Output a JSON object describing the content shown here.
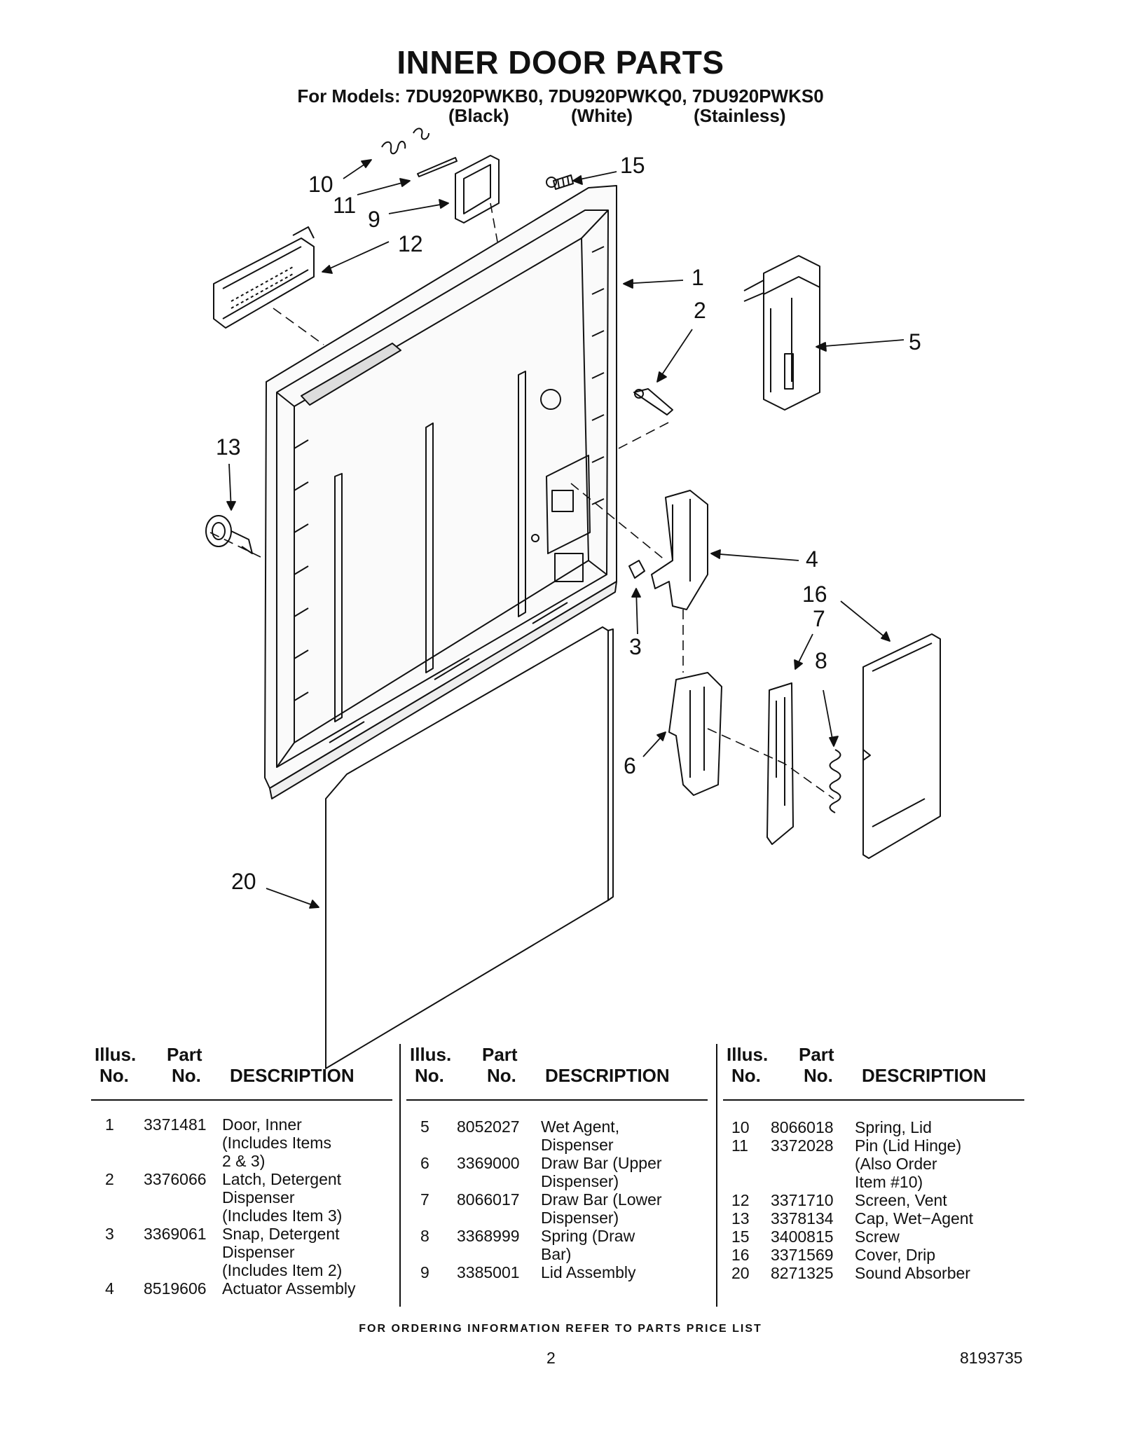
{
  "header": {
    "title": "INNER DOOR PARTS",
    "models_line": "For Models: 7DU920PWKB0, 7DU920PWKQ0, 7DU920PWKS0",
    "variants": [
      "(Black)",
      "(White)",
      "(Stainless)"
    ]
  },
  "callouts": [
    "1",
    "2",
    "3",
    "4",
    "5",
    "6",
    "7",
    "8",
    "9",
    "10",
    "11",
    "12",
    "13",
    "15",
    "16",
    "20"
  ],
  "table_headers": {
    "illus": "Illus.",
    "no": "No.",
    "part": "Part",
    "description": "DESCRIPTION"
  },
  "parts_columns": [
    [
      {
        "illus": "1",
        "part": "3371481",
        "desc": "Door, Inner\n(Includes Items\n2 & 3)"
      },
      {
        "illus": "2",
        "part": "3376066",
        "desc": "Latch, Detergent\nDispenser\n(Includes Item 3)"
      },
      {
        "illus": "3",
        "part": "3369061",
        "desc": "Snap, Detergent\nDispenser\n(Includes Item 2)"
      },
      {
        "illus": "4",
        "part": "8519606",
        "desc": "Actuator Assembly"
      }
    ],
    [
      {
        "illus": "5",
        "part": "8052027",
        "desc": "Wet Agent,\nDispenser"
      },
      {
        "illus": "6",
        "part": "3369000",
        "desc": "Draw Bar (Upper\nDispenser)"
      },
      {
        "illus": "7",
        "part": "8066017",
        "desc": "Draw Bar (Lower\nDispenser)"
      },
      {
        "illus": "8",
        "part": "3368999",
        "desc": "Spring (Draw\nBar)"
      },
      {
        "illus": "9",
        "part": "3385001",
        "desc": "Lid Assembly"
      }
    ],
    [
      {
        "illus": "10",
        "part": "8066018",
        "desc": "Spring, Lid"
      },
      {
        "illus": "11",
        "part": "3372028",
        "desc": "Pin (Lid Hinge)\n(Also Order\nItem #10)"
      },
      {
        "illus": "12",
        "part": "3371710",
        "desc": "Screen, Vent"
      },
      {
        "illus": "13",
        "part": "3378134",
        "desc": "Cap, Wet−Agent"
      },
      {
        "illus": "15",
        "part": "3400815",
        "desc": "Screw"
      },
      {
        "illus": "16",
        "part": "3371569",
        "desc": "Cover, Drip"
      },
      {
        "illus": "20",
        "part": "8271325",
        "desc": "Sound Absorber"
      }
    ]
  ],
  "footer": {
    "note": "FOR ORDERING INFORMATION REFER TO PARTS PRICE LIST",
    "page": "2",
    "doc_number": "8193735"
  }
}
